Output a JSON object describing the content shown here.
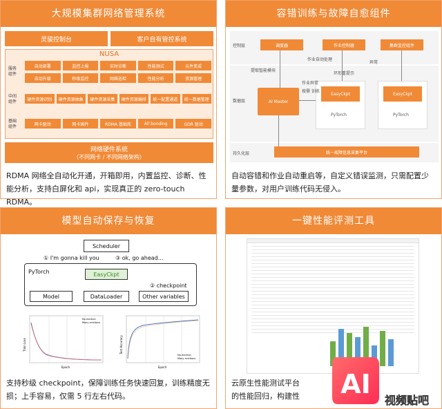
{
  "panels": {
    "p1": {
      "title": "大规模集群网络管理系统",
      "top_buttons": [
        "灵骏控制台",
        "客户自有管控系统"
      ],
      "nusa": "NUSA",
      "rows": [
        {
          "label": "服务\n组件",
          "items": [
            "自动部署",
            "监控上报",
            "实时诊断",
            "性能测试",
            "元件变成",
            "自动升级",
            "秒级监控",
            "网络巡检",
            "性能分析",
            "资源管理"
          ]
        },
        {
          "label": "中间\n组件",
          "items": [
            "硬件资源识别",
            "硬件资源抽象",
            "硬件资源采集",
            "硬件资源编排",
            "统一配置通道",
            "统一数据管理"
          ]
        },
        {
          "label": "基础\n组件",
          "items": [
            "网卡驱动",
            "网卡固件",
            "RDMA 基础库",
            "All bonding",
            "GDR 驱动"
          ]
        }
      ],
      "bottom_title": "网络硬件系统",
      "bottom_sub": "（不同网卡 / 不同网络架构）",
      "desc": "RDMA 网络全自动化开通，开箱即用，内置监控、诊断、性能分析，支持白屏化和 api，实现真正的 zero-touch RDMA。"
    },
    "p2": {
      "title": "容错训练与故障自愈组件",
      "rows": [
        "控制层",
        "数据层",
        "持久化层"
      ],
      "boxes": {
        "dispatch": "调度器",
        "job": "作业控制器",
        "cluster": "集群监控组件",
        "aimaster": "AI Master",
        "easy1": "EasyCkpt",
        "easy2": "EasyCkpt",
        "pt1": "PyTorch",
        "pt2": "PyTorch",
        "store": "统一故障信息采集平台"
      },
      "notes": [
        "作业自动处理",
        "异常",
        "提取智能模块",
        "作业异常",
        "按需\n训练",
        "环形重提示"
      ],
      "desc": "自动容错和作业自动重启等，自定义错误监测，只需配置少量参数，对用户训练代码无侵入。"
    },
    "p3": {
      "title": "模型自动保存与恢复",
      "scheduler": "Scheduler",
      "kill": "① I'm gonna kill you",
      "ok": "③ ok, go ahead...",
      "pytorch": "PyTorch",
      "easyckpt": "EasyCkpt",
      "checkpoint": "② checkpoint",
      "model": "Model",
      "dataloader": "DataLoader",
      "other": "Other variables",
      "chart1": {
        "ylabel": "Train Loss",
        "xlabel": "Epoch",
        "legend": [
          "No eviction",
          "Many evictions"
        ]
      },
      "chart2": {
        "ylabel": "Test Accuracy",
        "xlabel": "Epoch",
        "legend": [
          "No eviction",
          "Many evictions"
        ]
      },
      "desc": "支持秒级 checkpoint，保障训练任务快速回复，训练精度无损；上手容易，仅需 5 行左右代码。"
    },
    "p4": {
      "title": "一键性能评测工具",
      "desc": "云原生性能测试平台\n的性能回归，构建性",
      "watermark": "AI",
      "watermark2": "视频贴吧"
    }
  },
  "colors": {
    "accent": "#f08a37",
    "light": "#fdebdc",
    "border": "#f2a36b"
  }
}
